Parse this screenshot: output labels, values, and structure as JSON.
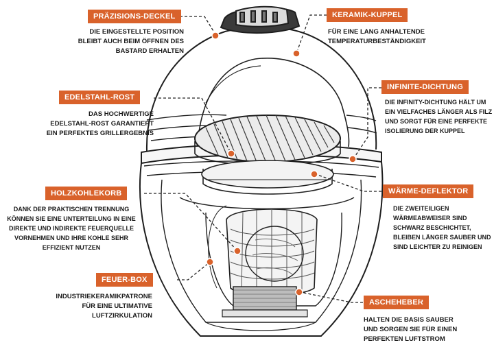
{
  "callouts": {
    "deckel": {
      "label": "PRÄZISIONS-DECKEL",
      "lines": [
        "DIE EINGESTELLTE POSITION",
        "BLEIBT AUCH BEIM ÖFFNEN DES",
        "BASTARD ERHALTEN"
      ]
    },
    "kuppel": {
      "label": "KERAMIK-KUPPEL",
      "lines": [
        "FÜR EINE LANG ANHALTENDE",
        "TEMPERATURBESTÄNDIGKEIT"
      ]
    },
    "rost": {
      "label": "EDELSTAHL-ROST",
      "lines": [
        "DAS HOCHWERTIGE",
        "EDELSTAHL-ROST GARANTIERT",
        "EIN PERFEKTES GRILLERGEBNIS"
      ]
    },
    "dichtung": {
      "label": "INFINITE-DICHTUNG",
      "lines": [
        "DIE INFINITY-DICHTUNG HÄLT UM",
        "EIN VIELFACHES LÄNGER ALS FILZ",
        "UND SORGT FÜR EINE PERFEKTE",
        "ISOLIERUNG DER KUPPEL"
      ]
    },
    "kohlekorb": {
      "label": "HOLZKOHLEKORB",
      "lines": [
        "DANK DER PRAKTISCHEN TRENNUNG",
        "KÖNNEN SIE EINE UNTERTEILUNG IN EINE",
        "DIREKTE UND INDIREKTE FEUERQUELLE",
        "VORNEHMEN UND IHRE KOHLE SEHR",
        "EFFIZIENT NUTZEN"
      ]
    },
    "deflektor": {
      "label": "WÄRME-DEFLEKTOR",
      "lines": [
        "DIE ZWEITEILIGEN",
        "WÄRMEABWEISER SIND",
        "SCHWARZ BESCHICHTET,",
        "BLEIBEN LÄNGER SAUBER UND",
        "SIND LEICHTER ZU REINIGEN"
      ]
    },
    "feuerbox": {
      "label": "FEUER-BOX",
      "lines": [
        "INDUSTRIEKERAMIKPATRONE",
        "FÜR EINE ULTIMATIVE",
        "LUFTZIRKULATION"
      ]
    },
    "ascheheber": {
      "label": "ASCHEHEBER",
      "star": "*",
      "lines": [
        "HALTEN DIE BASIS SAUBER",
        "UND SORGEN SIE FÜR EINEN",
        "PERFEKTEN LUFTSTROM"
      ]
    }
  },
  "colors": {
    "accent": "#d9622b",
    "line": "#222222"
  }
}
